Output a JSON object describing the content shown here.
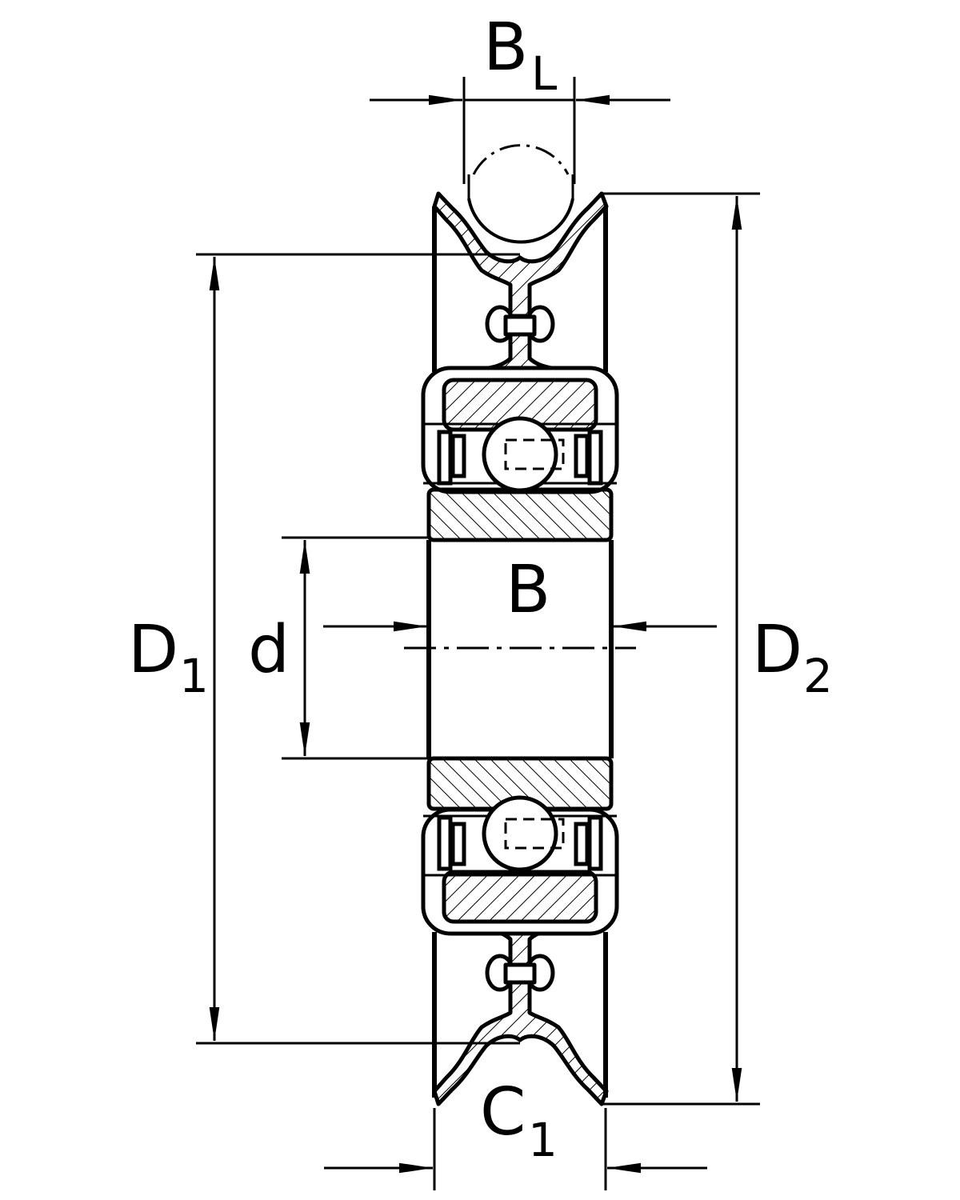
{
  "labels": {
    "bl_main": "B",
    "bl_sub": "L",
    "b": "B",
    "d": "d",
    "d1_main": "D",
    "d1_sub": "1",
    "d2_main": "D",
    "d2_sub": "2",
    "c1_main": "C",
    "c1_sub": "1"
  },
  "colors": {
    "stroke": "#000000",
    "background": "#ffffff"
  }
}
